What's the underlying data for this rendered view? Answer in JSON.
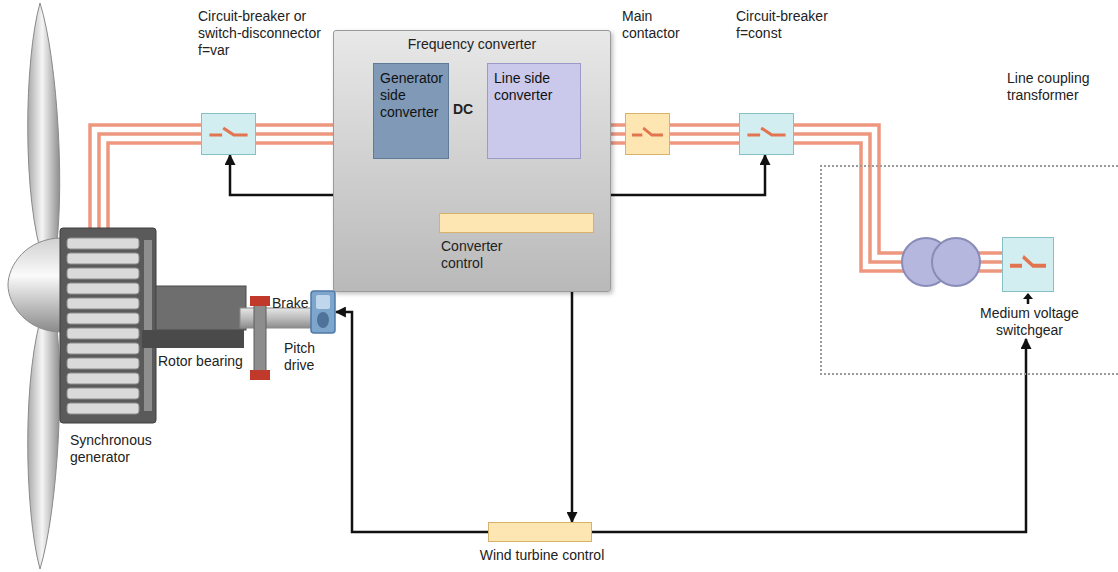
{
  "diagram": {
    "nodes": [
      {
        "text": [
          "Circuit-breaker or switch-disconnector f=var"
        ]
      },
      {
        "text": [
          "Frequency converter"
        ]
      },
      {
        "text": [
          "Generator side converter"
        ],
        "in": 1
      },
      {
        "text": [
          "Line side converter"
        ],
        "in": 1
      },
      {
        "text": [
          "Converter control"
        ],
        "in": 1
      },
      {
        "text": [
          "Main contactor"
        ]
      },
      {
        "text": [
          "Circuit-breaker f=const"
        ]
      },
      {
        "text": [
          "Line coupling transformer"
        ]
      },
      {
        "text": [
          "Medium voltage switchgear"
        ],
        "in": 7
      },
      {
        "text": [
          "Wind turbine control"
        ]
      },
      {
        "text": [
          "Pitch drive"
        ]
      }
    ],
    "edges": [
      {
        "from": 0,
        "to": 2,
        "arrow": "none"
      },
      {
        "from": 3,
        "to": 5,
        "arrow": "none"
      },
      {
        "from": 5,
        "to": 6,
        "arrow": "none"
      },
      {
        "from": 6,
        "to": 8,
        "arrow": "none"
      },
      {
        "from": 4,
        "to": 0,
        "arrow": "to"
      },
      {
        "from": 4,
        "to": 2,
        "arrow": "to"
      },
      {
        "from": 4,
        "to": 3,
        "arrow": "to"
      },
      {
        "from": 4,
        "to": 6,
        "arrow": "to"
      },
      {
        "from": 4,
        "to": 9,
        "arrow": "both"
      },
      {
        "from": 9,
        "to": 10,
        "arrow": "to"
      },
      {
        "from": 9,
        "to": 8,
        "arrow": "to"
      }
    ],
    "labels": [
      "DC",
      "Brake",
      "Rotor bearing",
      "Synchronous generator"
    ]
  }
}
